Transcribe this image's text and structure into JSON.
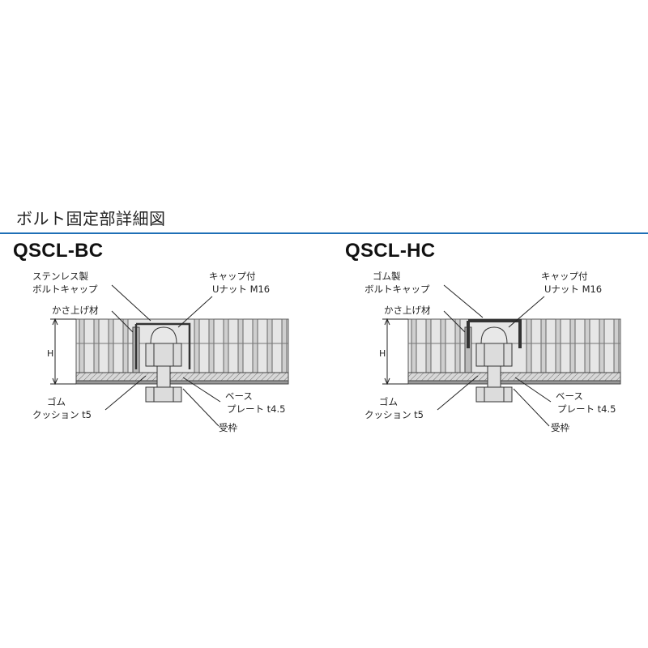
{
  "page": {
    "title": "ボルト固定部詳細図"
  },
  "details": [
    {
      "model": "QSCL-BC",
      "labels": {
        "cap": [
          "ステンレス製",
          "ボルトキャップ"
        ],
        "nut": [
          "キャップ付",
          "Uナット M16"
        ],
        "raise": "かさ上げ材",
        "height": "H",
        "cushion": [
          "ゴム",
          "クッション t5"
        ],
        "plate": [
          "ベース",
          "プレート t4.5"
        ],
        "frame": "受枠"
      }
    },
    {
      "model": "QSCL-HC",
      "labels": {
        "cap": [
          "ゴム製",
          "ボルトキャップ"
        ],
        "nut": [
          "キャップ付",
          "Uナット M16"
        ],
        "raise": "かさ上げ材",
        "height": "H",
        "cushion": [
          "ゴム",
          "クッション t5"
        ],
        "plate": [
          "ベース",
          "プレート t4.5"
        ],
        "frame": "受枠"
      }
    }
  ],
  "colors": {
    "rule": "#1e6fb6",
    "grating": "#cfcfcf",
    "base": "#bdbdbd",
    "steel": "#d9d9d9"
  }
}
